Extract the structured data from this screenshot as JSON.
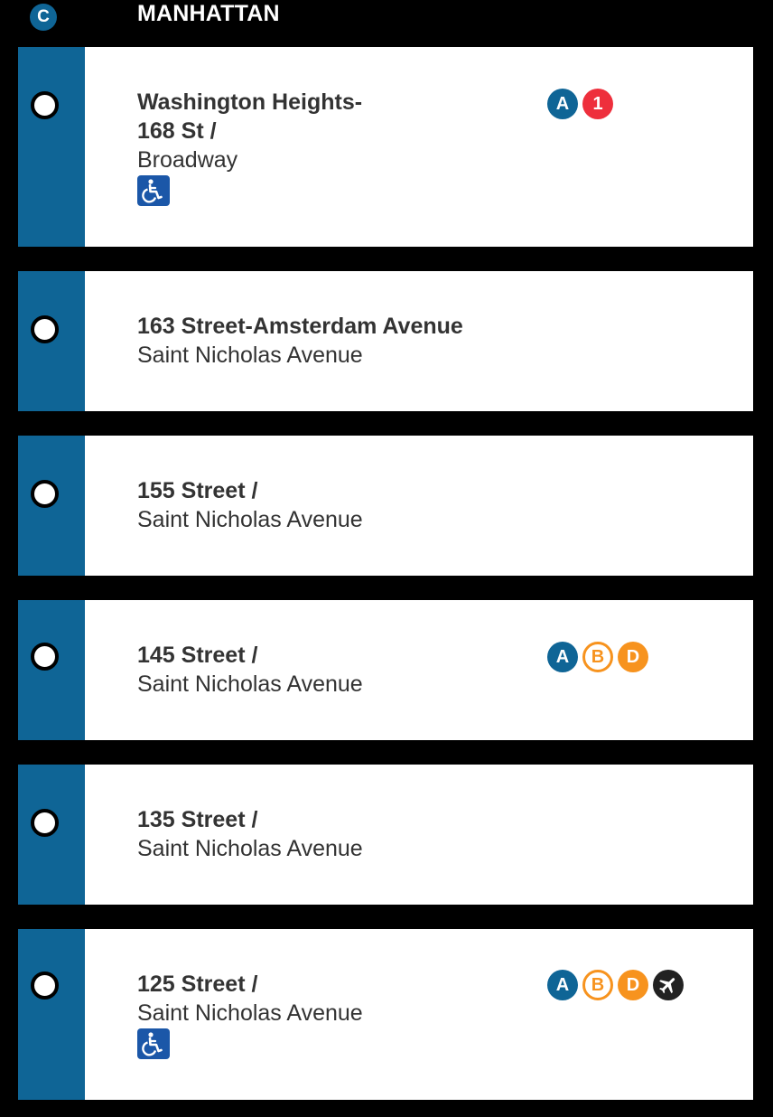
{
  "header": {
    "line_letter": "C",
    "borough": "MANHATTAN"
  },
  "stops": [
    {
      "name_line1": "Washington Heights-",
      "name_line2": "168 St /",
      "cross": "Broadway",
      "accessible": true,
      "transfers": [
        {
          "label": "A",
          "style": "blue"
        },
        {
          "label": "1",
          "style": "red"
        }
      ]
    },
    {
      "name_line1": "163 Street-Amsterdam Avenue",
      "cross": "Saint Nicholas Avenue",
      "accessible": false,
      "transfers": []
    },
    {
      "name_line1": "155 Street /",
      "cross": "Saint Nicholas Avenue",
      "accessible": false,
      "transfers": []
    },
    {
      "name_line1": "145 Street /",
      "cross": "Saint Nicholas Avenue",
      "accessible": false,
      "transfers": [
        {
          "label": "A",
          "style": "blue"
        },
        {
          "label": "B",
          "style": "orange-outline"
        },
        {
          "label": "D",
          "style": "orange"
        }
      ]
    },
    {
      "name_line1": "135 Street /",
      "cross": "Saint Nicholas Avenue",
      "accessible": false,
      "transfers": []
    },
    {
      "name_line1": "125 Street /",
      "cross": "Saint Nicholas Avenue",
      "accessible": true,
      "transfers": [
        {
          "label": "A",
          "style": "blue"
        },
        {
          "label": "B",
          "style": "orange-outline"
        },
        {
          "label": "D",
          "style": "orange"
        },
        {
          "label": "",
          "style": "plane",
          "icon": "airplane-icon"
        }
      ]
    }
  ],
  "colors": {
    "line_blue": "#0f6596",
    "red_line": "#ee2f3c",
    "orange_line": "#f7931e",
    "accessible_blue": "#1b57a8"
  }
}
